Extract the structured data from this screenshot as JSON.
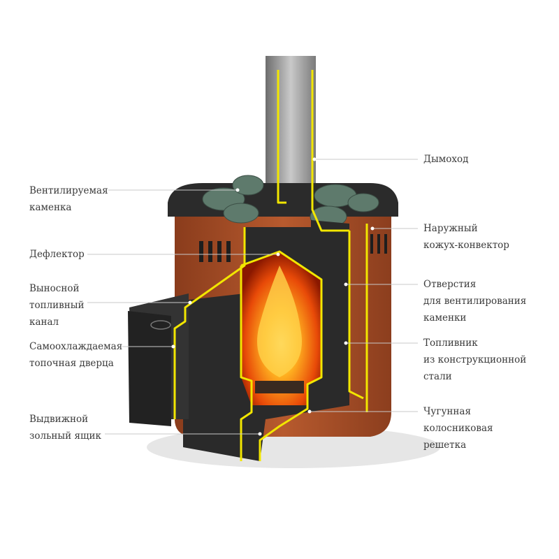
{
  "title": "Sauna stove cutaway diagram",
  "labels_left": [
    {
      "id": "ventilated-stone-chamber",
      "lines": [
        "Вентилируемая",
        "каменка"
      ]
    },
    {
      "id": "deflector",
      "lines": [
        "Дефлектор"
      ]
    },
    {
      "id": "external-fuel-channel",
      "lines": [
        "Выносной",
        "топливный",
        "канал"
      ]
    },
    {
      "id": "self-cooling-door",
      "lines": [
        "Самоохлаждаемая",
        "топочная дверца"
      ]
    },
    {
      "id": "ash-drawer",
      "lines": [
        "Выдвижной",
        "зольный ящик"
      ]
    }
  ],
  "labels_right": [
    {
      "id": "chimney",
      "lines": [
        "Дымоход"
      ]
    },
    {
      "id": "outer-convector-casing",
      "lines": [
        "Наружный",
        "кожух-конвектор"
      ]
    },
    {
      "id": "ventilation-holes",
      "lines": [
        "Отверстия",
        "для вентилирования",
        "каменки"
      ]
    },
    {
      "id": "firebox",
      "lines": [
        "Топливник",
        "из конструкционной",
        "стали"
      ]
    },
    {
      "id": "cast-iron-grate",
      "lines": [
        "Чугунная",
        "колосниковая",
        "решетка"
      ]
    }
  ],
  "colors": {
    "casing": "#a8502a",
    "outline": "#f2e600",
    "fire": "#ff7a10",
    "body": "#2a2a2a",
    "stones": "#5e7a6c"
  }
}
